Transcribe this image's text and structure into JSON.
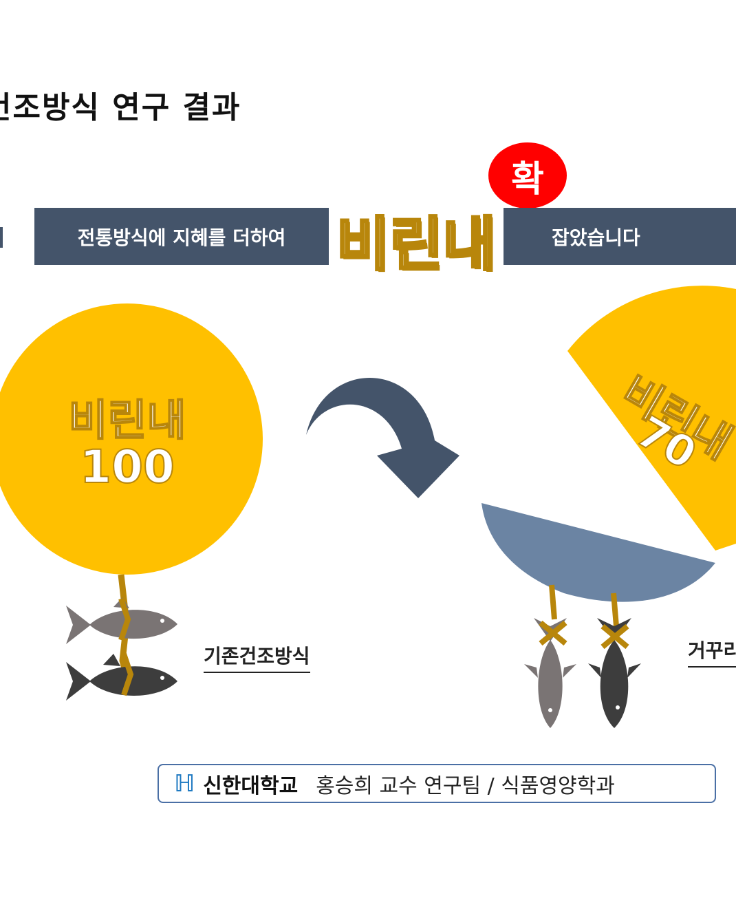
{
  "title": "건조방식 연구 결과",
  "banner": {
    "left_text": "전통방식에 지혜를 더하여",
    "highlight": "비린내",
    "badge": "확",
    "right_text": "잡았습니다"
  },
  "left_circle": {
    "label": "비린내",
    "value": "100"
  },
  "right_circle": {
    "label": "비린내",
    "value": "70"
  },
  "left_caption": "기존건조방식",
  "right_caption": "거꾸리",
  "footer": {
    "logo_text": "신한대학교",
    "team_text": "홍승희 교수 연구팀 / 식품영양학과"
  },
  "colors": {
    "banner": "#44546a",
    "circle": "#ffc000",
    "outline": "#b8860b",
    "badge": "#ff0000",
    "arrow": "#44546a",
    "bowl": "#6b84a3",
    "fish_light": "#7a7474",
    "fish_dark": "#3d3d3d"
  }
}
